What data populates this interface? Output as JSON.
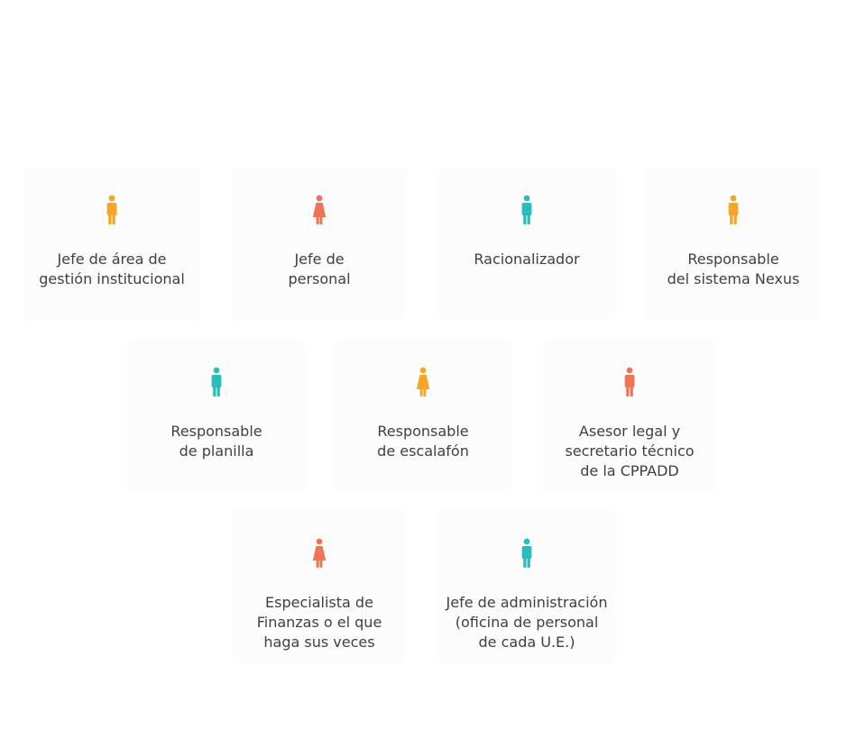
{
  "colors": {
    "orange": "#f5a623",
    "coral": "#ef7452",
    "teal": "#2bbcbc",
    "text": "#3f3f3f",
    "card_background": "#fcfcfc"
  },
  "roles": [
    {
      "label": "Jefe de área de\ngestión institucional",
      "icon": "male-person-icon",
      "color": "#f5a623"
    },
    {
      "label": "Jefe de\npersonal",
      "icon": "female-person-icon",
      "color": "#ef7452"
    },
    {
      "label": "Racionalizador",
      "icon": "male-person-icon",
      "color": "#2bbcbc"
    },
    {
      "label": "Responsable\ndel sistema Nexus",
      "icon": "male-person-icon",
      "color": "#f5a623"
    },
    {
      "label": "Responsable\nde planilla",
      "icon": "male-person-icon",
      "color": "#2bbcbc"
    },
    {
      "label": "Responsable\nde escalafón",
      "icon": "female-person-icon",
      "color": "#f5a623"
    },
    {
      "label": "Asesor legal y\nsecretario técnico\nde la CPPADD",
      "icon": "male-person-icon",
      "color": "#ef7452"
    },
    {
      "label": "Especialista de\nFinanzas o el que\nhaga sus veces",
      "icon": "female-person-icon",
      "color": "#ef7452"
    },
    {
      "label": "Jefe de administración\n(oficina de personal\nde cada U.E.)",
      "icon": "male-person-icon",
      "color": "#2bbcbc"
    }
  ]
}
